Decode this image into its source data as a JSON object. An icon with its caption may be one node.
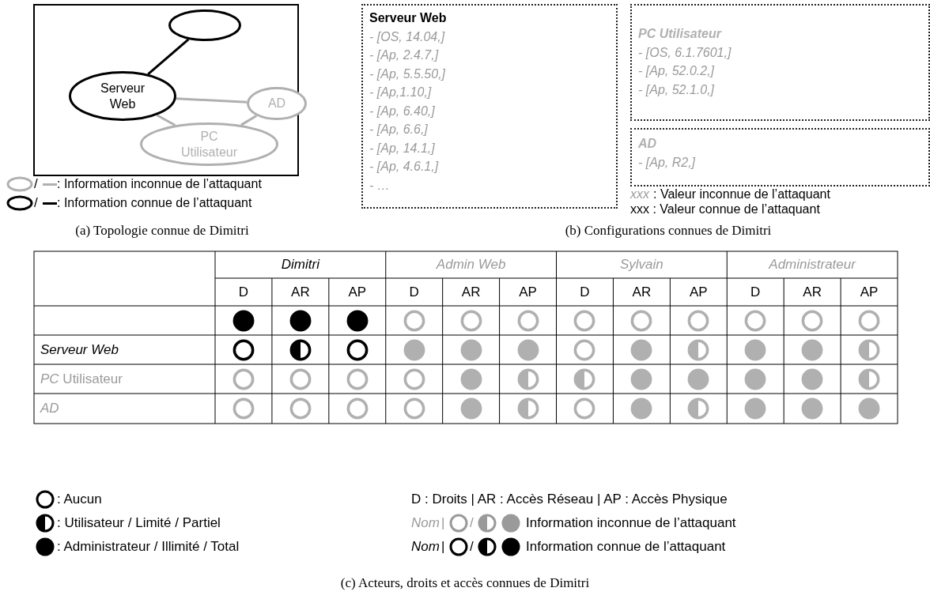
{
  "diagram": {
    "nodes": [
      {
        "text": [],
        "shape": "circle"
      },
      {
        "text": [
          "Serveur Web"
        ]
      },
      {
        "text": [
          "AD"
        ]
      },
      {
        "text": [
          "PC Utilisateur"
        ]
      },
      {
        "text": [
          "Serveur Web",
          "- [OS, 14.04,]",
          "- [Ap, 2.4.7,]",
          "- [Ap, 5.5.50,]",
          "- [Ap,1.10,]",
          "- [Ap, 6.40,]",
          "- [Ap, 6.6,]",
          "- [Ap, 14.1,]",
          "- [Ap, 4.6.1,]",
          "- …"
        ]
      },
      {
        "text": [
          "PC Utilisateur",
          "- [OS, 6.1.7601,]",
          "- [Ap, 52.0.2,]",
          "- [Ap, 52.1.0,]"
        ]
      },
      {
        "text": [
          "AD",
          "- [Ap, R2,]"
        ]
      }
    ],
    "edges": [
      {
        "from": 0,
        "to": 1,
        "arrow": "none",
        "color": "#000000"
      },
      {
        "from": 1,
        "to": 2,
        "arrow": "none"
      },
      {
        "from": 1,
        "to": 3,
        "arrow": "none"
      },
      {
        "from": 2,
        "to": 3,
        "arrow": "none"
      }
    ],
    "labels": [
      "/",
      "/",
      "xxx",
      ": Valeur inconnue de l’attaquant",
      "xxx : Valeur connue de l’attaquant",
      "(a) Topologie connue de Dimitri",
      "(b) Configurations connues de Dimitri",
      "Dimitri",
      "Admin Web",
      "Sylvain",
      "Administrateur",
      "D",
      "AR",
      "AP",
      "D",
      "AR",
      "AP",
      "D",
      "AR",
      "AP",
      "D",
      "AR",
      "AP",
      "Serveur Web",
      "*PC* Utilisateur",
      "AD",
      "D : Droits | AR : Accès Réseau | AP : Accès Physique",
      "Nom",
      "|",
      "/",
      "Information inconnue de l’attaquant",
      "Nom",
      "|",
      "/",
      "Information connue de l’attaquant",
      "(c) Acteurs, droits et accès connues de Dimitri"
    ],
    "legend": [
      {
        "text": ": Information inconnue de l’attaquant"
      },
      {
        "text": ": Information connue de l’attaquant"
      },
      {
        "text": ": Aucun"
      },
      {
        "text": ": Utilisateur / Limité / Partiel"
      },
      {
        "text": ": Administrateur / Illimité / Total"
      }
    ]
  }
}
